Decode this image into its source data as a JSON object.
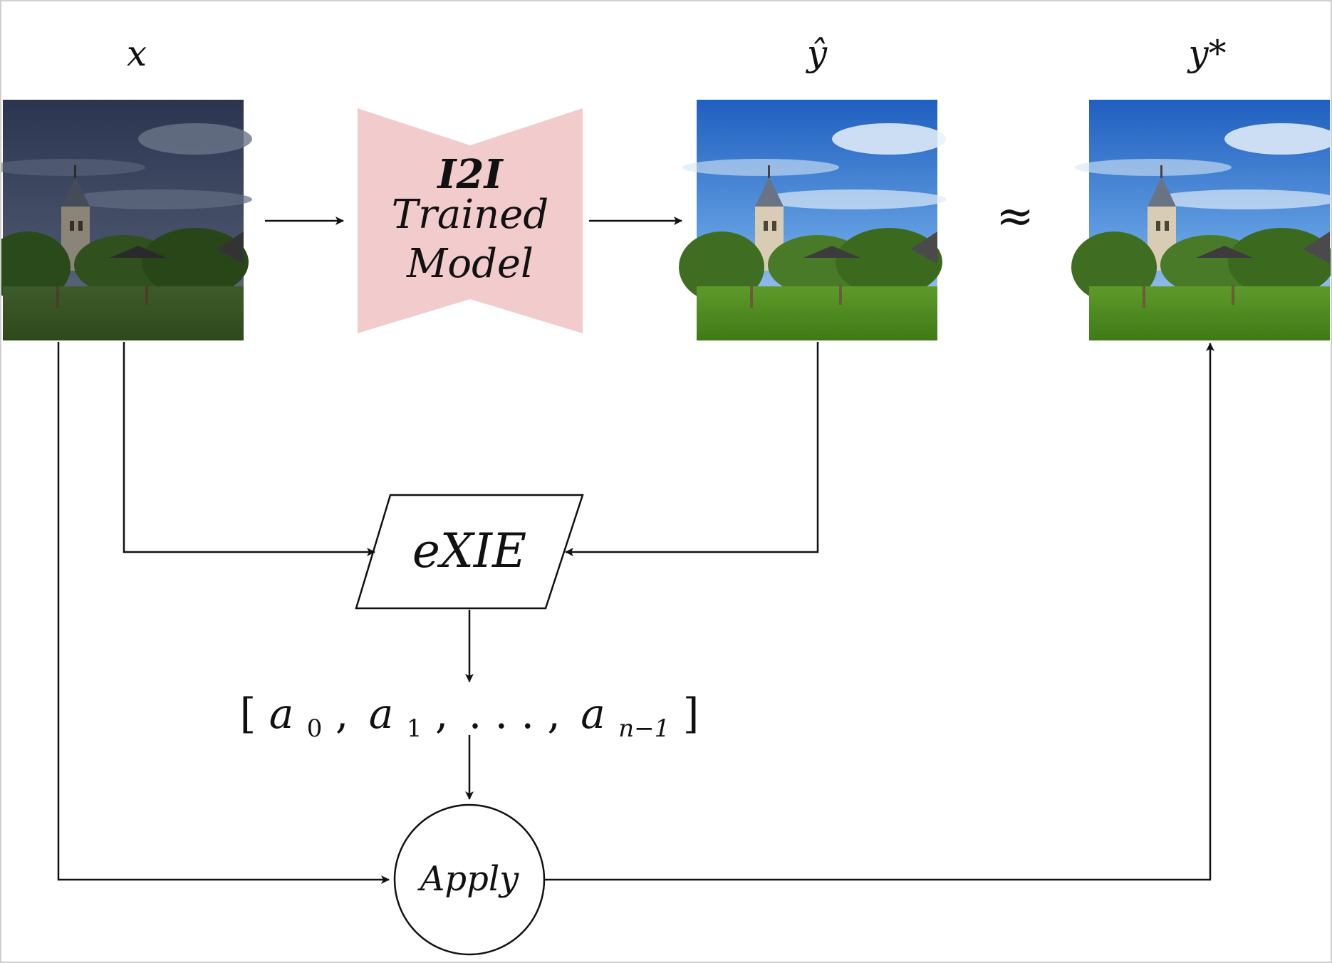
{
  "labels": {
    "input": "x",
    "prediction": "ŷ",
    "target": "y*",
    "approx": "≈"
  },
  "model": {
    "line1": "I2I",
    "line2": "Trained",
    "line3": "Model"
  },
  "exie": {
    "label": "eXIE"
  },
  "params": {
    "open": "[",
    "a0": "a",
    "a0_sub": "0",
    "sep1": ",",
    "a1": "a",
    "a1_sub": "1",
    "sep2": ",",
    "dots": ". . .",
    "sep3": ",",
    "an": "a",
    "an_sub": "n−1",
    "close": "]"
  },
  "apply": {
    "label": "Apply"
  },
  "colors": {
    "model_fill": "#f2cccc",
    "line": "#111111"
  }
}
